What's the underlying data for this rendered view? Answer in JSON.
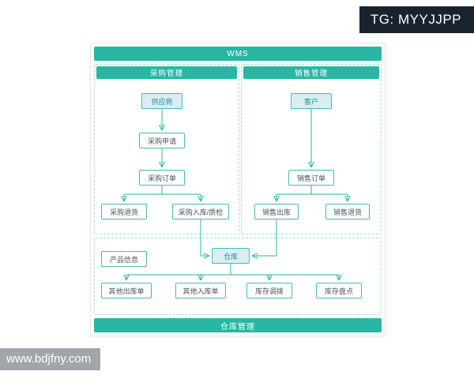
{
  "overlays": {
    "badge": "TG: MYYJJPP",
    "watermark": "www.bdjfny.com"
  },
  "diagram": {
    "title": "WMS",
    "purchase": {
      "header": "采购管理",
      "supplier": "供应商",
      "request": "采购申请",
      "order": "采购订单",
      "return": "采购退货",
      "inbound": "采购入库/质检"
    },
    "sales": {
      "header": "销售管理",
      "customer": "客户",
      "order": "销售订单",
      "outbound": "销售出库",
      "return": "销售退货"
    },
    "warehouse": {
      "product_info": "产品信息",
      "warehouse": "仓库",
      "other_outbound": "其他出库单",
      "other_inbound": "其他入库单",
      "transfer": "库存调拨",
      "stocktake": "库存盘点",
      "footer": "仓库管理"
    },
    "colors": {
      "teal": "#29b6a3",
      "entity_fill": "#d9edf2",
      "badge_bg": "#18232e"
    }
  }
}
